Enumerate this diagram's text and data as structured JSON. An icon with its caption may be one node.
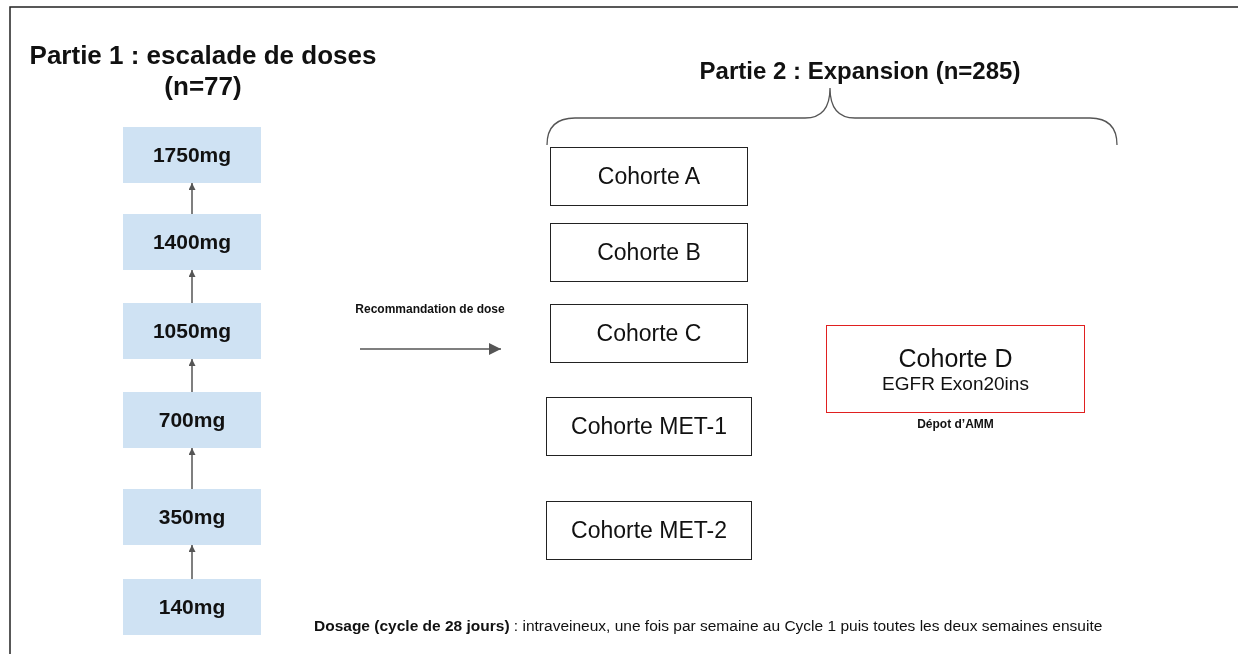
{
  "diagram": {
    "nodes": [
      {
        "text": [
          "1750mg"
        ]
      },
      {
        "text": [
          "1400mg"
        ]
      },
      {
        "text": [
          "1050mg"
        ]
      },
      {
        "text": [
          "700mg"
        ]
      },
      {
        "text": [
          "350mg"
        ]
      },
      {
        "text": [
          "140mg"
        ]
      },
      {
        "text": [
          "Cohorte A"
        ]
      },
      {
        "text": [
          "Cohorte B"
        ]
      },
      {
        "text": [
          "Cohorte C"
        ]
      },
      {
        "text": [
          "Cohorte MET-1"
        ]
      },
      {
        "text": [
          "Cohorte MET-2"
        ]
      },
      {
        "text": [
          "Cohorte D",
          "EGFR Exon20ins"
        ],
        "beside": [
          "Dépot d’AMM"
        ]
      }
    ],
    "edges": [
      {
        "from": 5,
        "to": 4,
        "arrow": "to"
      },
      {
        "from": 4,
        "to": 3,
        "arrow": "to"
      },
      {
        "from": 3,
        "to": 2,
        "arrow": "to"
      },
      {
        "from": 2,
        "to": 1,
        "arrow": "to"
      },
      {
        "from": 1,
        "to": 0,
        "arrow": "to"
      }
    ],
    "labels": [
      "Partie 1 : escalade de doses (n=77)",
      "Partie 2 : Expansion (n=285)",
      "Recommandation de dose",
      "**Dosage (cycle de 28 jours)** : intraveineux, une fois par semaine au Cycle 1 puis toutes les deux semaines ensuite"
    ]
  }
}
